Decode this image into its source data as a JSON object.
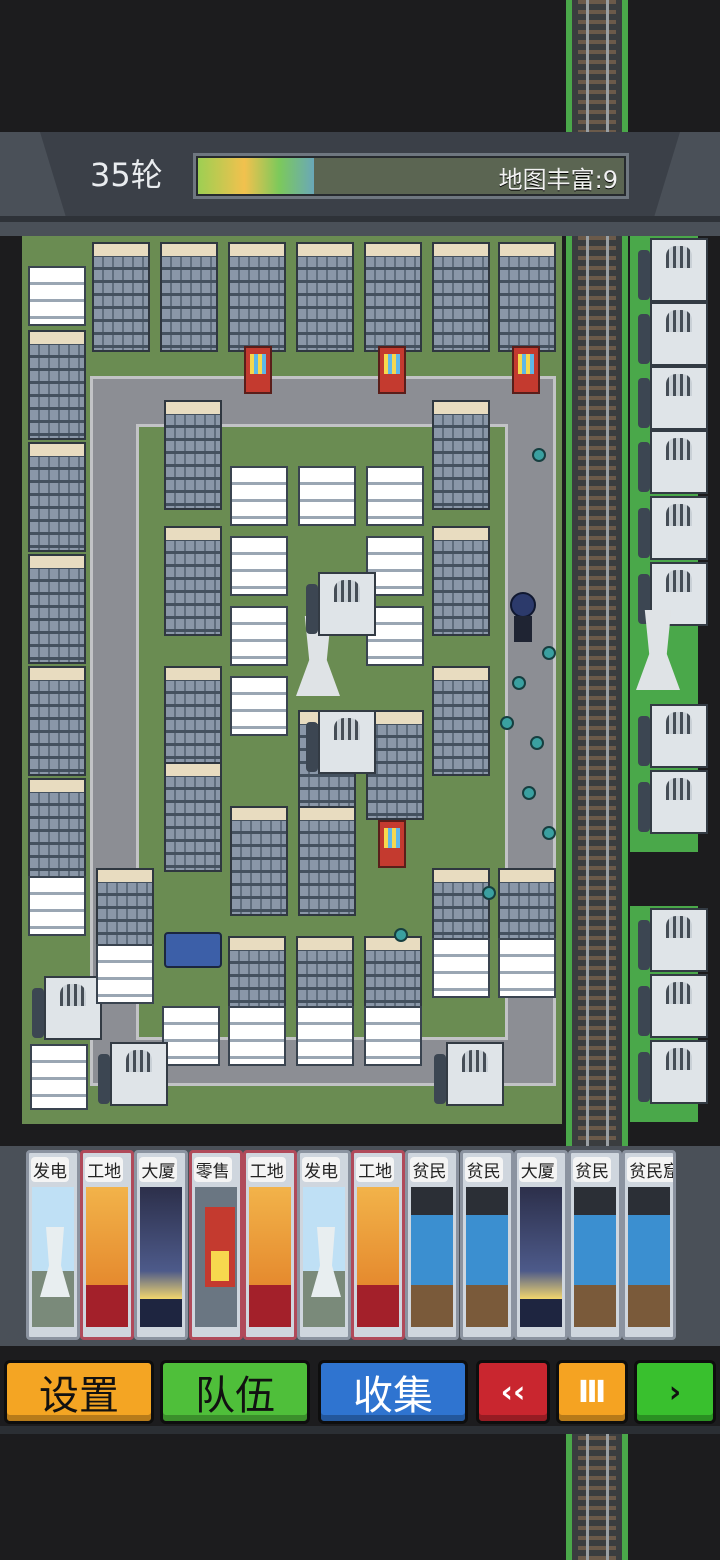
{
  "hud": {
    "round": "35轮",
    "map_richness": "地图丰富:9",
    "map_progress": 0.27
  },
  "cards": [
    {
      "title": "发电",
      "art": "power-plant",
      "border": "normal"
    },
    {
      "title": "工地",
      "art": "construction-site",
      "border": "red"
    },
    {
      "title": "大厦",
      "art": "skyscraper",
      "border": "normal"
    },
    {
      "title": "零售",
      "art": "vending-machine",
      "border": "red"
    },
    {
      "title": "工地",
      "art": "construction-site",
      "border": "red"
    },
    {
      "title": "发电",
      "art": "power-plant",
      "border": "normal"
    },
    {
      "title": "工地",
      "art": "construction-site",
      "border": "red"
    },
    {
      "title": "贫民",
      "art": "slum",
      "border": "normal"
    },
    {
      "title": "贫民",
      "art": "slum",
      "border": "normal"
    },
    {
      "title": "大厦",
      "art": "skyscraper",
      "border": "normal"
    },
    {
      "title": "贫民",
      "art": "slum",
      "border": "normal"
    },
    {
      "title": "贫民窟",
      "art": "slum",
      "border": "normal"
    }
  ],
  "buttons": {
    "settings": "设置",
    "team": "队伍",
    "collect": "收集",
    "rewind": "‹‹",
    "pause": "Ⅲ",
    "play": "›"
  },
  "colors": {
    "settings": "#f4a523",
    "team": "#4fbf3a",
    "collect": "#2f74d0",
    "rewind": "#c9262f",
    "pause": "#f5a322",
    "play": "#39c02e"
  }
}
